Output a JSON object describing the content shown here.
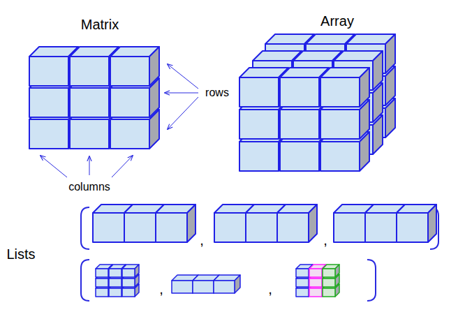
{
  "diagram": {
    "labels": [
      "Matrix",
      "Array",
      "rows",
      "columns",
      "Lists",
      ",",
      ",",
      ",",
      ","
    ]
  }
}
